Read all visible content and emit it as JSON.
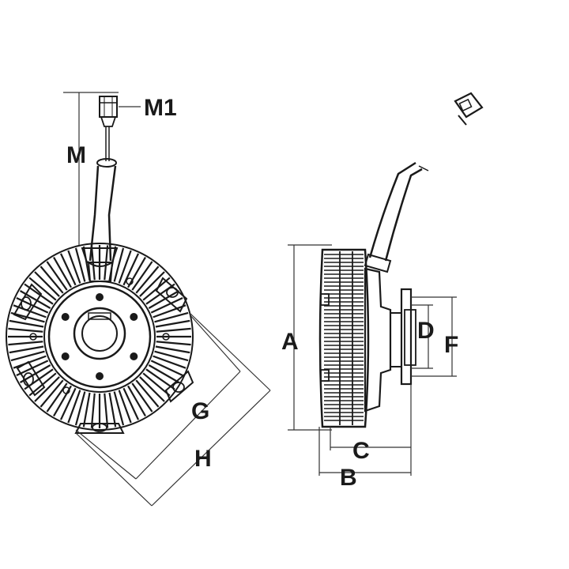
{
  "labels": {
    "m1": "M1",
    "m": "M",
    "a": "A",
    "b": "B",
    "c": "C",
    "d": "D",
    "f": "F",
    "g": "G",
    "h": "H"
  },
  "icons": {
    "connector": "electrical-connector-icon"
  },
  "colors": {
    "ink": "#1a1a1a",
    "background": "#ffffff"
  }
}
